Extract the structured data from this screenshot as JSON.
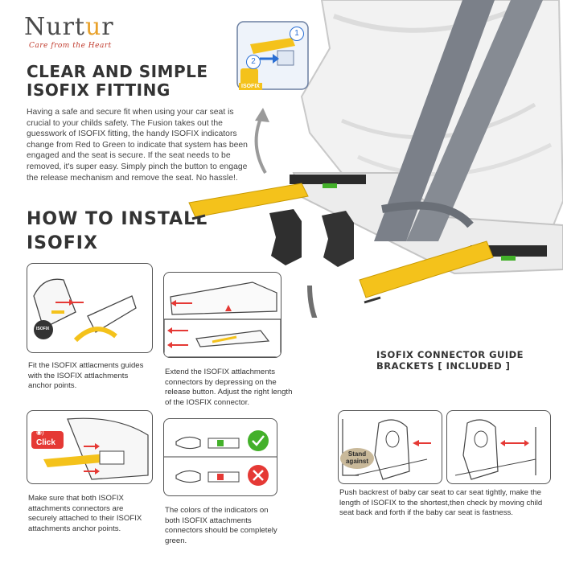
{
  "brand": {
    "name_pre": "Nurt",
    "name_accent": "u",
    "name_post": "r",
    "tagline": "Care from the Heart"
  },
  "hero": {
    "title": "CLEAR AND SIMPLE ISOFIX FITTING",
    "body": "Having a safe and secure fit when using your car seat is crucial to your childs safety. The Fusion takes out the guesswork of ISOFIX fitting, the handy ISOFIX indicators change from Red to Green to indicate that system has been engaged and the seat is secure. If the seat needs to be removed, it's super easy. Simply pinch the button to engage the release mechanism and remove the seat. No hassle!.",
    "badge_text": "ISOFIX",
    "step_numbers": [
      "1",
      "2"
    ]
  },
  "howto": {
    "title": "HOW TO INSTALL ISOFIX"
  },
  "steps": [
    {
      "text": "Fit the ISOFIX attlacments guides with the ISOFIX attlachments anchor points.",
      "badge": "ISOFIX"
    },
    {
      "text": "Extend the ISOFIX attlachments connectors by depressing on the release button. Adjust the right length of the IOSFIX connector."
    },
    {
      "text": "Make sure that both ISOFIX attachments connectors are securely attached to their ISOFIX attachments anchor points.",
      "click_label": "Click"
    },
    {
      "text": "The colors of the indicators on both ISOFIX attachments connectors should be completely green."
    }
  ],
  "brackets": {
    "title": "ISOFIX CONNECTOR GUIDE BRACKETS [ INCLUDED ]"
  },
  "push_step": {
    "stand_label": "Stand against",
    "text": "Push backrest of baby car seat to car seat tightly, make the length of ISOFIX to the shortest,then check by moving child seat back and forth if the baby car seat is fastness."
  },
  "colors": {
    "accent_yellow": "#f4c21b",
    "arrow_red": "#e53935",
    "ok_green": "#43b02a",
    "bad_red": "#e53935",
    "belt_gray": "#7b8089"
  }
}
